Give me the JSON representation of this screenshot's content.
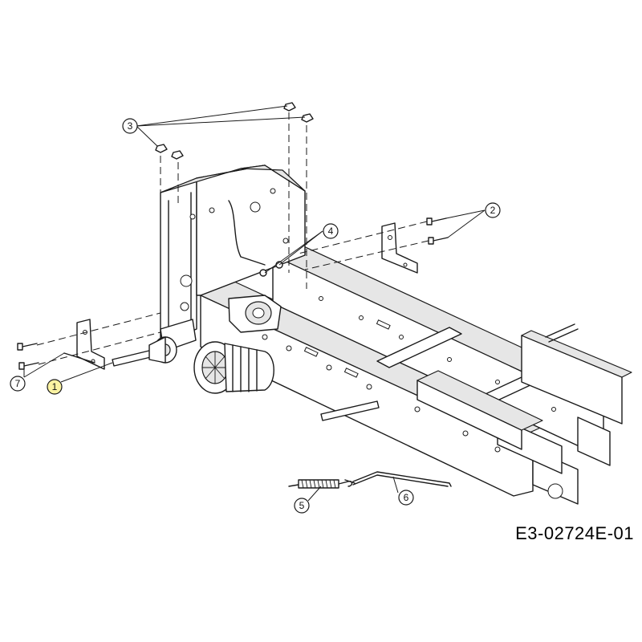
{
  "diagram": {
    "drawing_code": "E3-02724E-01",
    "callouts": [
      {
        "id": "1",
        "label": "1",
        "highlighted": true
      },
      {
        "id": "2",
        "label": "2"
      },
      {
        "id": "3",
        "label": "3"
      },
      {
        "id": "4",
        "label": "4"
      },
      {
        "id": "5",
        "label": "5"
      },
      {
        "id": "6",
        "label": "6"
      },
      {
        "id": "7",
        "label": "7"
      }
    ],
    "colors": {
      "line": "#1a1a1a",
      "highlight": "#fbf3a2",
      "background": "#ffffff"
    }
  }
}
